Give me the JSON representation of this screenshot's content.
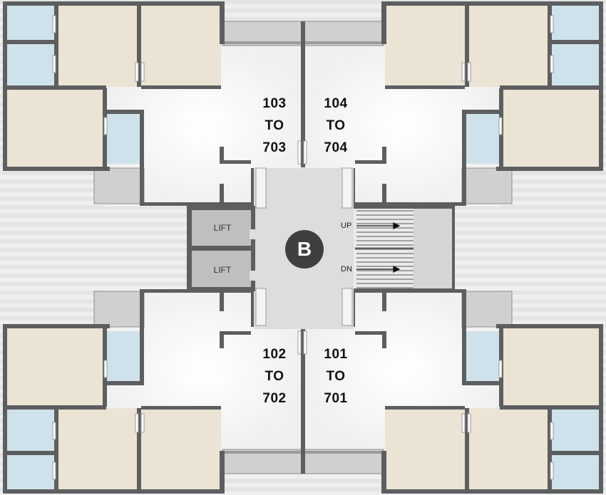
{
  "colors": {
    "wall": "#5d5e60",
    "bedroom": "#ebe3d3",
    "bathroom": "#cfe2ec",
    "living": "#f5f6f4",
    "lobby": "#dcdddd",
    "lift": "#bebfc0",
    "balcony": "#cfd0d1",
    "background": "#e9eaea",
    "badge": "#3f3f3f"
  },
  "units": {
    "top_left": [
      "103",
      "TO",
      "703"
    ],
    "top_right": [
      "104",
      "TO",
      "704"
    ],
    "bottom_left": [
      "102",
      "TO",
      "702"
    ],
    "bottom_right": [
      "101",
      "TO",
      "701"
    ]
  },
  "core": {
    "wing_badge": "B",
    "lifts": [
      "LIFT",
      "LIFT"
    ],
    "stairs": {
      "up": "UP",
      "down": "DN"
    }
  }
}
